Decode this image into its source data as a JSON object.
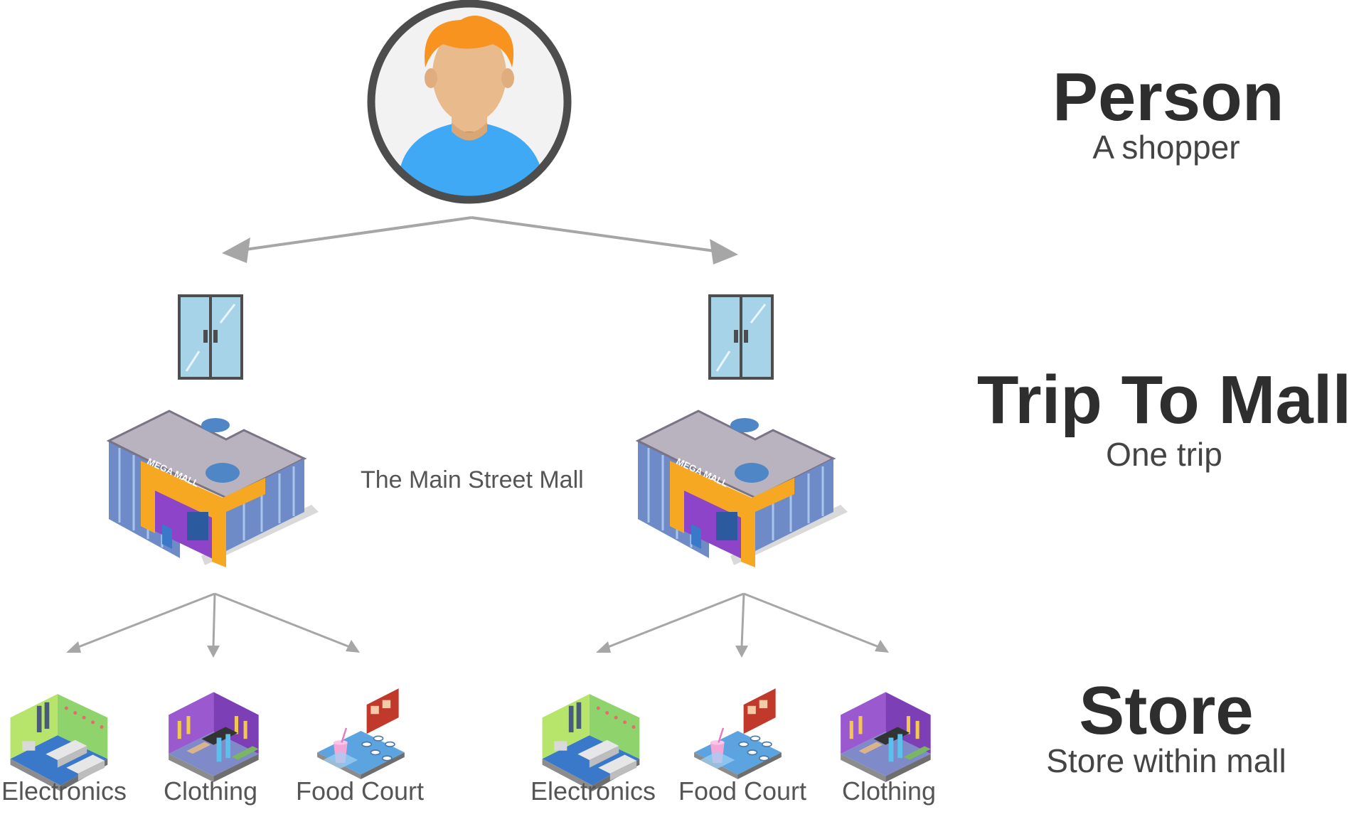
{
  "levels": {
    "person": {
      "title": "Person",
      "subtitle": "A shopper"
    },
    "trip": {
      "title": "Trip To Mall",
      "subtitle": "One trip"
    },
    "store": {
      "title": "Store",
      "subtitle": "Store within mall"
    }
  },
  "mall_label": "The Main Street Mall",
  "mall_sign": "MEGA MALL",
  "trips": [
    {
      "stores": [
        "Electronics",
        "Clothing",
        "Food Court"
      ]
    },
    {
      "stores": [
        "Electronics",
        "Food Court",
        "Clothing"
      ]
    }
  ],
  "colors": {
    "hair": "#F7931E",
    "skin": "#E9BB8C",
    "shirt": "#3FA9F5",
    "ring": "#4D4D4D",
    "arrow": "#A6A6A6",
    "door_glass": "#A7D3E8",
    "mall_purple": "#8E44C9",
    "mall_orange": "#F7A823"
  }
}
